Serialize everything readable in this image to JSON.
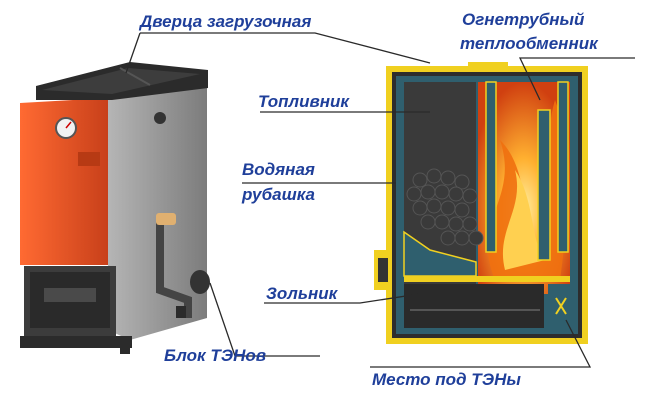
{
  "labels": {
    "loading_door": "Дверца загрузочная",
    "fire_tube_exchanger_line1": "Огнетрубный",
    "fire_tube_exchanger_line2": "теплообменник",
    "firebox": "Топливник",
    "water_jacket_line1": "Водяная",
    "water_jacket_line2": "рубашка",
    "ash_pan": "Зольник",
    "heater_block": "Блок ТЭНов",
    "heater_place": "Место под ТЭНы"
  },
  "colors": {
    "label_text": "#1f3f9a",
    "leader_line": "#2a2a2a",
    "boiler_front": "#e8501e",
    "boiler_side": "#9a9a9a",
    "boiler_top": "#2b2b2b",
    "section_walls": "#2f5f6e",
    "insulation": "#f0d020",
    "fire": "#f07010",
    "coal": "#3a3a3a"
  },
  "icons": {
    "pressure_gauge": "gauge-icon",
    "heater": "heater-element-icon"
  }
}
